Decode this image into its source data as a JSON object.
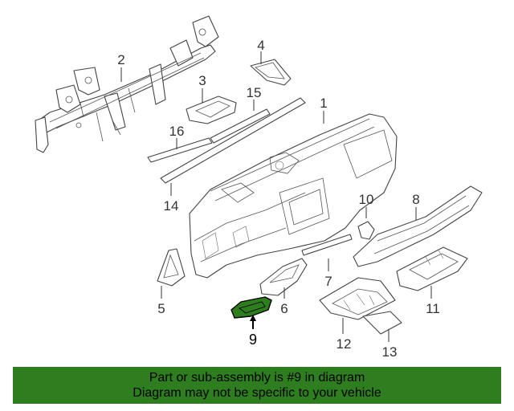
{
  "diagram": {
    "highlight_color": "#2e7d1e",
    "callouts": {
      "c1": "1",
      "c2": "2",
      "c3": "3",
      "c4": "4",
      "c5": "5",
      "c6": "6",
      "c7": "7",
      "c8": "8",
      "c9": "9",
      "c10": "10",
      "c11": "11",
      "c12": "12",
      "c13": "13",
      "c14": "14",
      "c15": "15",
      "c16": "16"
    }
  },
  "banner": {
    "background": "#2e7d1e",
    "line1": "Part or sub-assembly is #9 in diagram",
    "line2": "Diagram may not be specific to your vehicle"
  }
}
